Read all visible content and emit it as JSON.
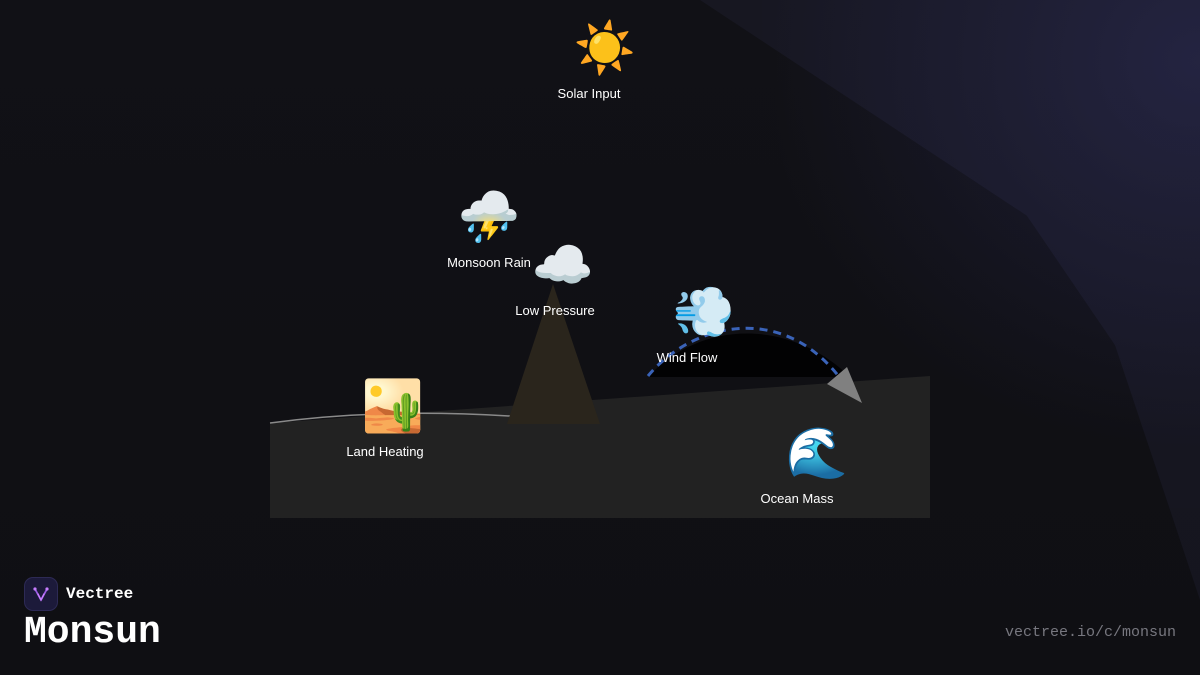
{
  "diagram": {
    "nodes": [
      {
        "id": "solar",
        "label": "Solar Input",
        "icon": "sun-icon",
        "glyph": "☀️"
      },
      {
        "id": "rain",
        "label": "Monsoon Rain",
        "icon": "storm-cloud-icon",
        "glyph": "⛈️"
      },
      {
        "id": "low",
        "label": "Low Pressure",
        "icon": "cloud-icon",
        "glyph": "☁️"
      },
      {
        "id": "wind",
        "label": "Wind Flow",
        "icon": "wind-icon",
        "glyph": "💨"
      },
      {
        "id": "land",
        "label": "Land Heating",
        "icon": "desert-icon",
        "glyph": "🏜️"
      },
      {
        "id": "ocean",
        "label": "Ocean Mass",
        "icon": "wave-icon",
        "glyph": "🌊"
      }
    ],
    "colors": {
      "ground": "#222222",
      "mountain": "#2a251c",
      "arrow": "#3a63b8",
      "arrow_head": "#808080"
    }
  },
  "brand": {
    "name": "Vectree",
    "logo_icon": "vectree-logo-icon"
  },
  "page": {
    "title": "Monsun",
    "url": "vectree.io/c/monsun"
  }
}
